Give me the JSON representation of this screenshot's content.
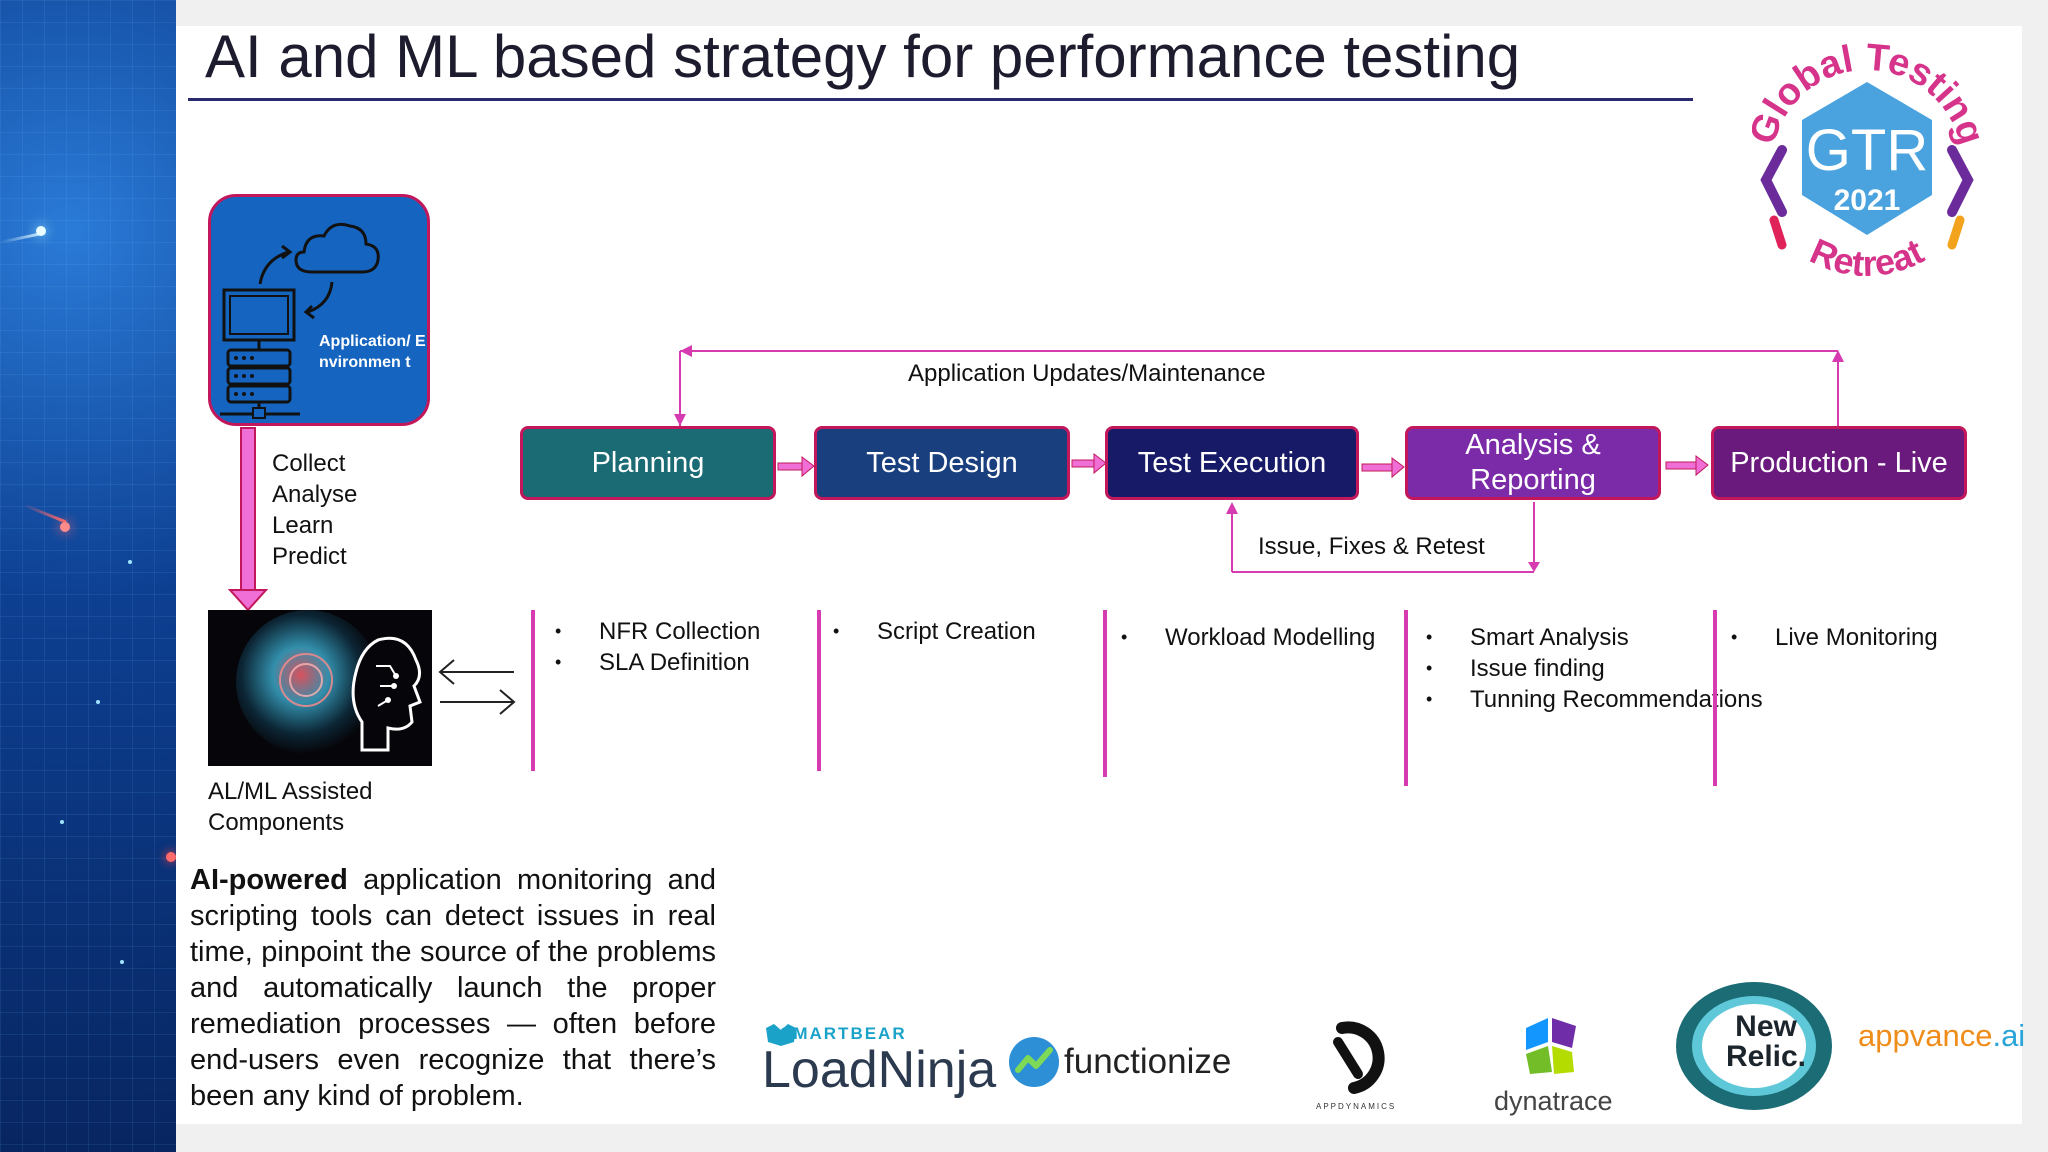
{
  "title": "AI and ML based strategy for performance testing",
  "logo": {
    "ring_top": "Global Testing",
    "name": "GTR",
    "year": "2021",
    "ring_bottom": "Retreat"
  },
  "app_box": {
    "label": "Application/ Environmen t"
  },
  "collect_steps": [
    "Collect",
    "Analyse",
    "Learn",
    "Predict"
  ],
  "ai_caption": [
    "AL/ML Assisted",
    "Components"
  ],
  "stages": [
    {
      "label": "Planning"
    },
    {
      "label": "Test Design"
    },
    {
      "label": "Test Execution"
    },
    {
      "label": "Analysis & Reporting"
    },
    {
      "label": "Production - Live"
    }
  ],
  "loop_label": "Application Updates/Maintenance",
  "issue_label": "Issue, Fixes & Retest",
  "activities": [
    [
      "NFR Collection",
      "SLA Definition"
    ],
    [
      "Script Creation"
    ],
    [
      "Workload Modelling"
    ],
    [
      "Smart Analysis",
      "Issue finding",
      "Tunning Recommendations"
    ],
    [
      "Live Monitoring"
    ]
  ],
  "paragraph": {
    "bold": "AI-powered",
    "rest": " application monitoring and scripting tools can detect issues in real time, pinpoint the source of the problems and automatically launch the proper remediation processes — often before end-users even recognize that there’s been any kind of problem."
  },
  "vendors": {
    "loadninja_small": "SMARTBEAR",
    "loadninja": "LoadNinja",
    "functionize": "functionize",
    "appdynamics": "APPDYNAMICS",
    "dynatrace": "dynatrace",
    "newrelic": [
      "New",
      "Relic."
    ],
    "appvance": "appvance",
    "appvance_ai": ".ai"
  },
  "colors": {
    "accent_pink": "#d63bb0",
    "border_magenta": "#c2185b",
    "planning": "#1a6b74",
    "test_design": "#1a3f7e",
    "test_execution": "#171a66",
    "analysis": "#7b2aa8",
    "production": "#6a1a7c",
    "app_box": "#1565c0"
  }
}
